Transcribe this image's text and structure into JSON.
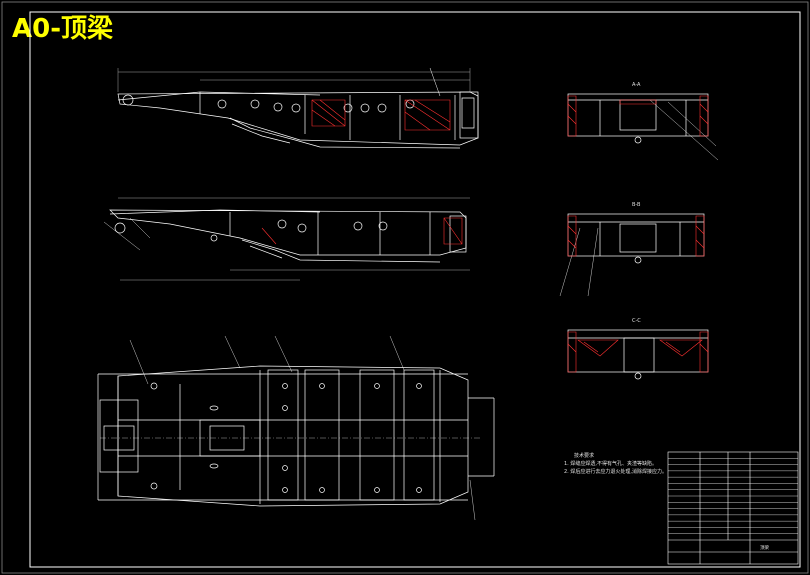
{
  "drawing": {
    "title": "A0-顶梁",
    "top_mark": "",
    "view_labels": {
      "section_aa": "A-A",
      "section_bb": "B-B",
      "section_cc": "C-C",
      "top_view": "",
      "front_view": ""
    },
    "notes": {
      "heading": "技术要求",
      "items": [
        "1. 焊缝应焊透,不得有气孔、夹渣等缺陷。",
        "2. 焊后应进行去应力退火处理,消除焊接应力。"
      ]
    },
    "title_block": {
      "name": "顶梁",
      "rows": 14
    }
  },
  "colors": {
    "background": "#000000",
    "line": "#ffffff",
    "title": "#ffff00",
    "hatch": "#ff3030",
    "dim": "#cfcfcf"
  }
}
